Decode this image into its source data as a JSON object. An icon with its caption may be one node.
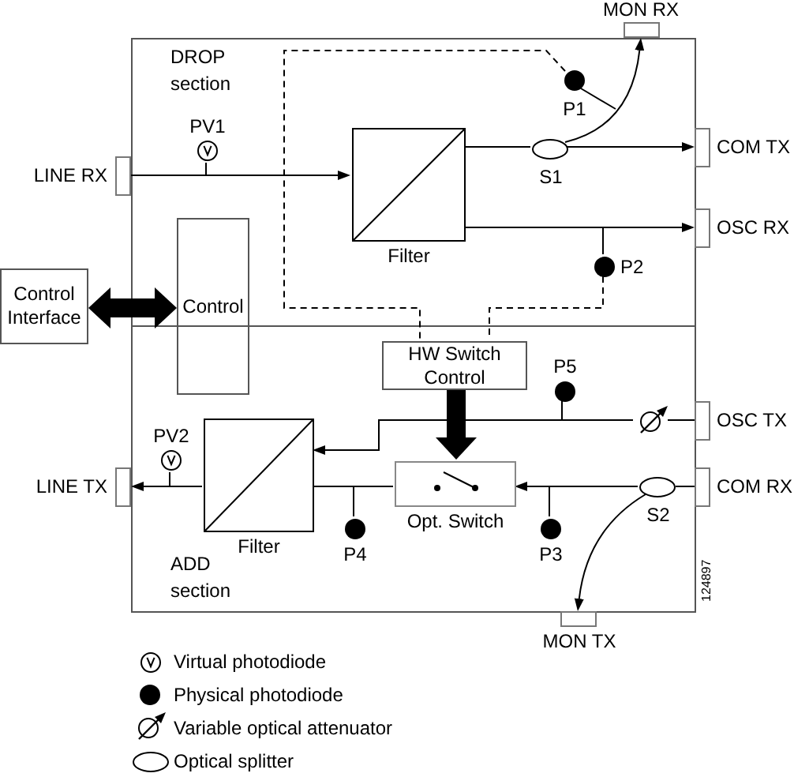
{
  "diagram": {
    "nodes": [
      {
        "text": [
          "DROP section"
        ]
      },
      {
        "text": [
          "ADD section"
        ]
      },
      {
        "text": [
          "MON RX"
        ]
      },
      {
        "text": [
          "P1"
        ],
        "in": 0
      },
      {
        "text": [
          "PV1"
        ],
        "in": 0
      },
      {
        "text": [
          "LINE RX"
        ]
      },
      {
        "text": [
          "Filter"
        ],
        "in": 0
      },
      {
        "text": [
          "S1"
        ],
        "in": 0
      },
      {
        "text": [
          "COM TX"
        ]
      },
      {
        "text": [
          "OSC RX"
        ]
      },
      {
        "text": [
          "P2"
        ],
        "in": 0
      },
      {
        "text": [
          "Control Interface"
        ]
      },
      {
        "text": [
          "Control"
        ]
      },
      {
        "text": [
          "HW Switch Control"
        ],
        "in": 1
      },
      {
        "text": [
          "P5"
        ],
        "in": 1
      },
      {
        "text": [],
        "shape": "circle",
        "in": 1
      },
      {
        "text": [
          "OSC TX"
        ]
      },
      {
        "text": [
          "PV2"
        ],
        "in": 1
      },
      {
        "text": [
          "Filter"
        ],
        "in": 1
      },
      {
        "text": [
          "Opt. Switch"
        ],
        "in": 1
      },
      {
        "text": [
          "P4"
        ],
        "in": 1
      },
      {
        "text": [
          "P3"
        ],
        "in": 1
      },
      {
        "text": [
          "S2"
        ],
        "in": 1
      },
      {
        "text": [
          "COM RX"
        ]
      },
      {
        "text": [
          "LINE TX"
        ]
      },
      {
        "text": [
          "MON TX"
        ]
      }
    ],
    "edges": [
      {
        "from": 5,
        "to": 6,
        "arrow": "to"
      },
      {
        "from": 4,
        "to": null,
        "arrow": "none"
      },
      {
        "from": 6,
        "to": 7,
        "arrow": "none"
      },
      {
        "from": 7,
        "to": 8,
        "arrow": "to"
      },
      {
        "from": 7,
        "to": 2,
        "arrow": "to"
      },
      {
        "from": 3,
        "to": null,
        "arrow": "none"
      },
      {
        "from": 6,
        "to": 9,
        "arrow": "to"
      },
      {
        "from": 10,
        "to": null,
        "arrow": "none"
      },
      {
        "from": 3,
        "to": 13,
        "arrow": "none",
        "style": "dashed"
      },
      {
        "from": 10,
        "to": 13,
        "arrow": "none",
        "style": "dashed"
      },
      {
        "from": 11,
        "to": 12,
        "arrow": "both",
        "style": "thick"
      },
      {
        "from": 13,
        "to": 19,
        "arrow": "to",
        "style": "thick"
      },
      {
        "from": 16,
        "to": 15,
        "arrow": "none"
      },
      {
        "from": 15,
        "to": 18,
        "arrow": "to"
      },
      {
        "from": 14,
        "to": null,
        "arrow": "none"
      },
      {
        "from": 23,
        "to": 22,
        "arrow": "none"
      },
      {
        "from": 22,
        "to": 19,
        "arrow": "to"
      },
      {
        "from": 19,
        "to": 18,
        "arrow": "none"
      },
      {
        "from": 18,
        "to": 24,
        "arrow": "to"
      },
      {
        "from": 17,
        "to": null,
        "arrow": "none"
      },
      {
        "from": 20,
        "to": null,
        "arrow": "none"
      },
      {
        "from": 21,
        "to": null,
        "arrow": "none"
      },
      {
        "from": 22,
        "to": 25,
        "arrow": "to"
      }
    ],
    "labels": [
      "124897"
    ],
    "legend": [
      {
        "text": "Virtual photodiode"
      },
      {
        "text": "Physical photodiode"
      },
      {
        "text": "Variable optical attenuator"
      },
      {
        "text": "Optical splitter"
      }
    ]
  }
}
